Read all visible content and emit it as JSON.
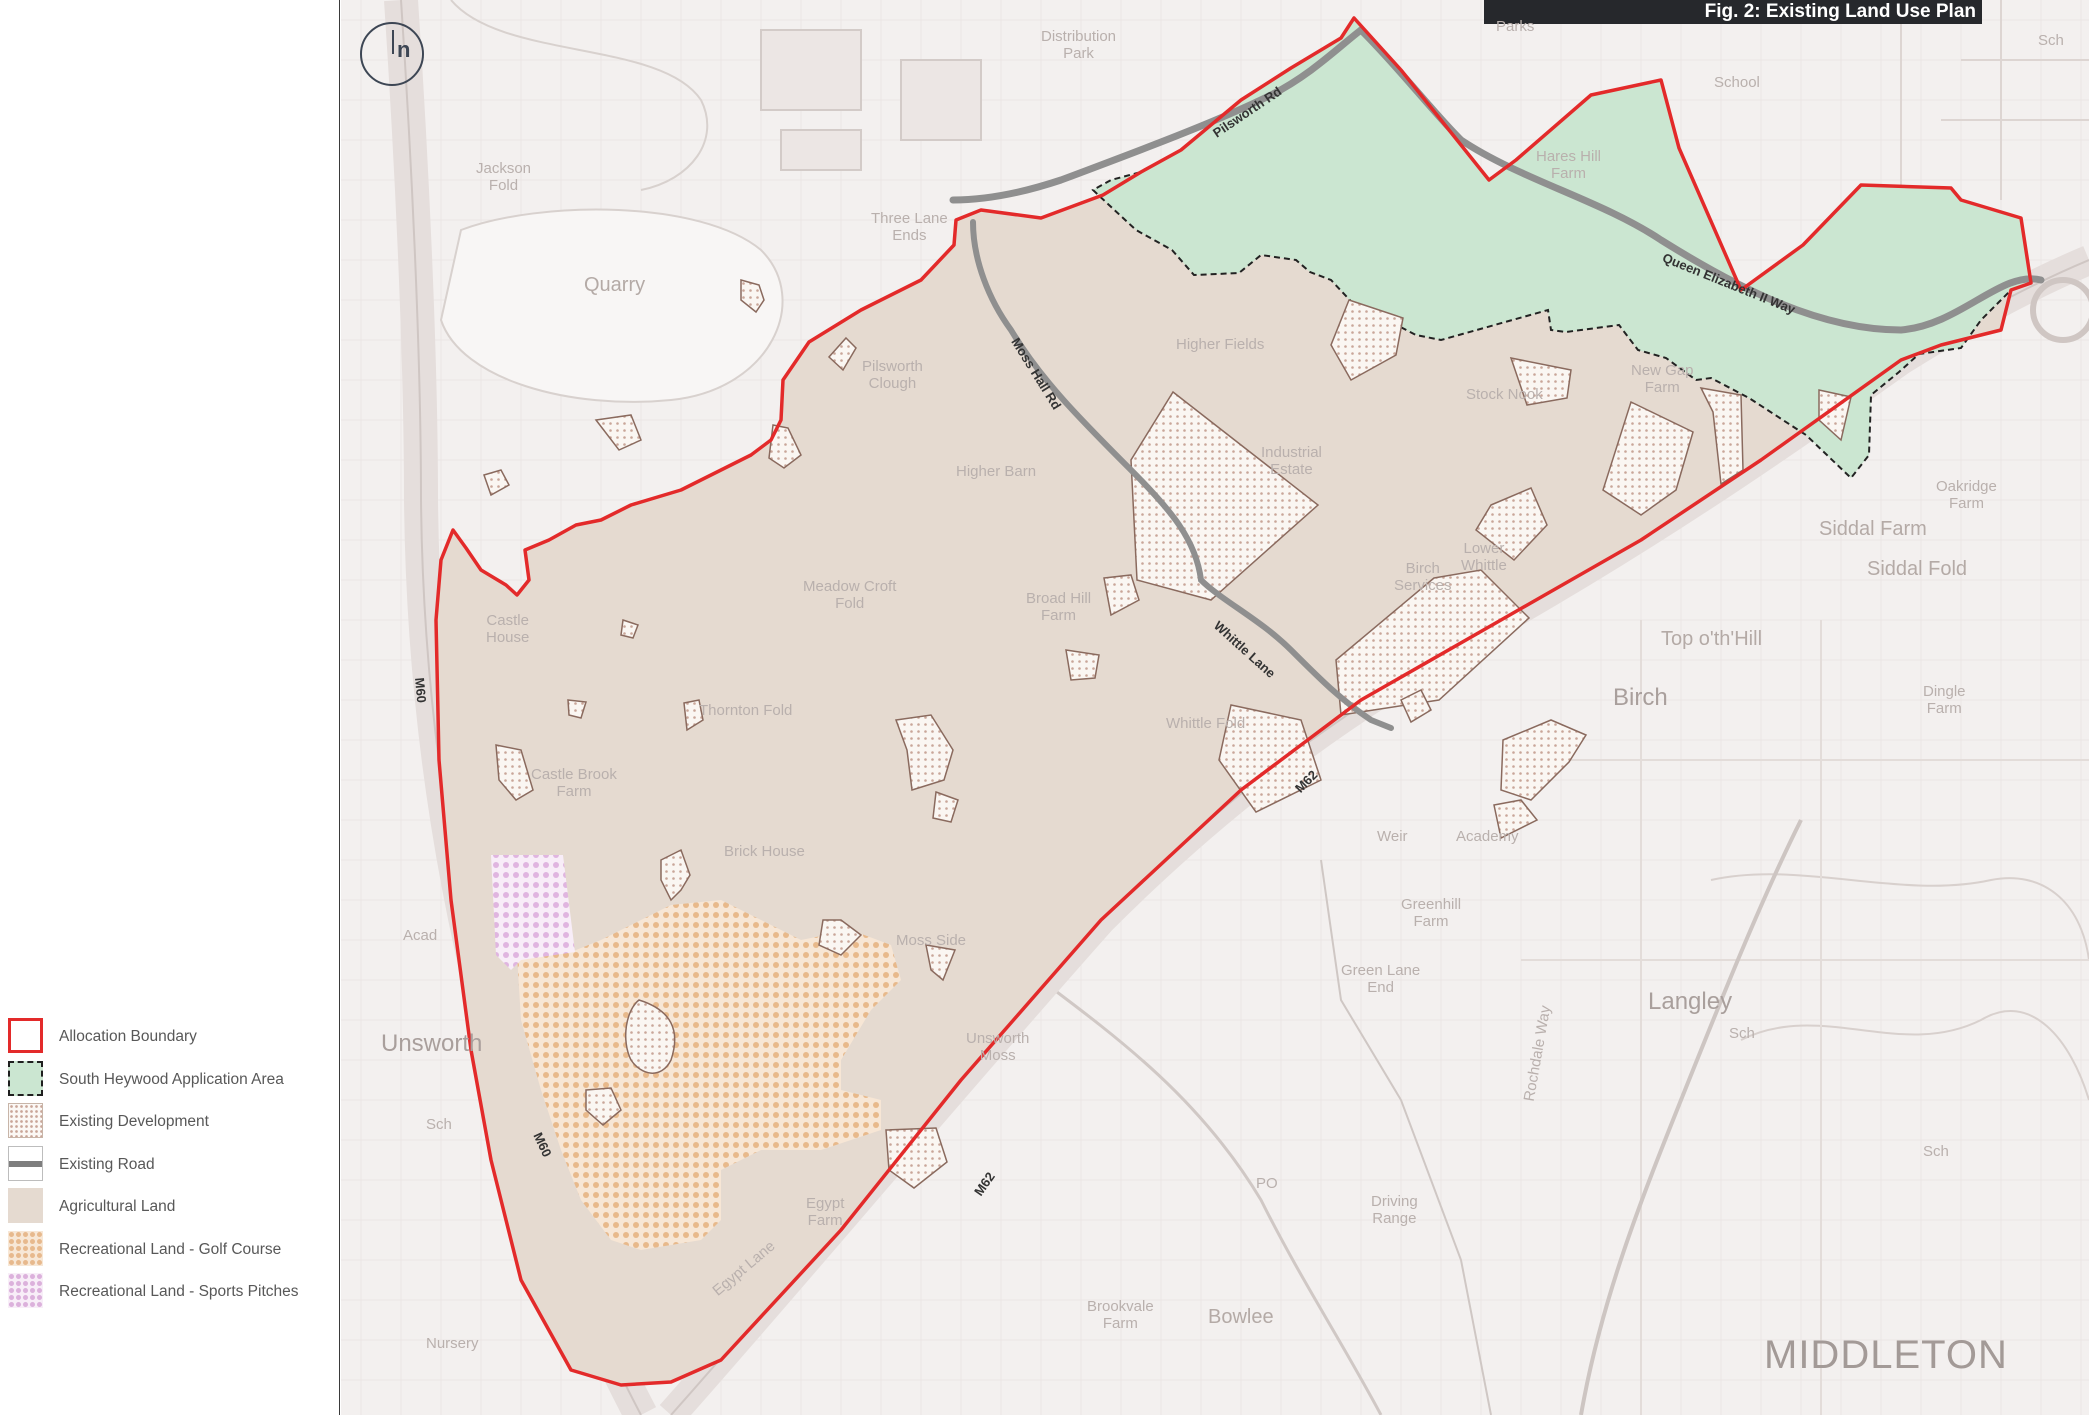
{
  "title": "Fig. 2: Existing Land Use Plan",
  "north_arrow_label": "n",
  "legend": [
    {
      "label": "Allocation Boundary",
      "icon": "allocation-boundary-swatch"
    },
    {
      "label": "South Heywood Application Area",
      "icon": "application-area-swatch"
    },
    {
      "label": "Existing Development",
      "icon": "existing-development-swatch"
    },
    {
      "label": "Existing Road",
      "icon": "existing-road-swatch"
    },
    {
      "label": "Agricultural Land",
      "icon": "agricultural-land-swatch"
    },
    {
      "label": "Recreational Land - Golf Course",
      "icon": "golf-course-swatch"
    },
    {
      "label": "Recreational Land - Sports Pitches",
      "icon": "sports-pitches-swatch"
    }
  ],
  "colors": {
    "boundary": "#e32a2a",
    "application_area": "#cbe6d1",
    "agricultural": "#e5dad0",
    "development_dots": "#c9a699",
    "golf_dots": "#e7b98d",
    "sports_dots": "#dcb1dc",
    "road": "#8a8a8a",
    "title_bar": "#26282c"
  },
  "road_labels": {
    "pilsworth": "Pilsworth Rd",
    "queen_elizabeth": "Queen Elizabeth II Way",
    "moss_hall": "Moss Hall Rd",
    "whittle": "Whittle Lane",
    "m60_north": "M60",
    "m60_south": "M60",
    "m62_east": "M62",
    "m62_south": "M62"
  },
  "places": {
    "distribution_park": "Distribution\nPark",
    "jackson_fold": "Jackson\nFold",
    "quarry": "Quarry",
    "three_lane_ends": "Three Lane\nEnds",
    "pilsworth_clough": "Pilsworth\nClough",
    "higher_fields": "Higher Fields",
    "stock_nook": "Stock Nook",
    "hares_hill_farm": "Hares Hill\nFarm",
    "school": "School",
    "new_gap_farm": "New Gap\nFarm",
    "higher_barn": "Higher Barn",
    "industrial_estate": "Industrial\nEstate",
    "meadow_croft_fold": "Meadow Croft\nFold",
    "broad_hill_farm": "Broad Hill\nFarm",
    "lower_whittle": "Lower\nWhittle",
    "birch_services": "Birch\nServices",
    "castle_house": "Castle\nHouse",
    "thornton_fold": "Thornton Fold",
    "whittle_fold": "Whittle Fold",
    "castle_brook_farm": "Castle Brook\nFarm",
    "brick_house": "Brick House",
    "moss_side": "Moss Side",
    "unsworth_moss": "Unsworth\nMoss",
    "egypt_farm": "Egypt\nFarm",
    "egypt_lane": "Egypt Lane",
    "unsworth": "Unsworth",
    "acad": "Acad",
    "sch_west": "Sch",
    "nursery": "Nursery",
    "oakridge_farm": "Oakridge\nFarm",
    "siddal_farm": "Siddal Farm",
    "siddal_fold": "Siddal Fold",
    "top_oth_hill": "Top o'th'Hill",
    "birch": "Birch",
    "dingle_farm": "Dingle\nFarm",
    "weir": "Weir",
    "academy": "Academy",
    "greenhill_farm": "Greenhill\nFarm",
    "green_lane_end": "Green Lane\nEnd",
    "rochdale_way": "Rochdale Way",
    "langley": "Langley",
    "sch_langley": "Sch",
    "sch_east": "Sch",
    "po": "PO",
    "driving_range": "Driving\nRange",
    "brookvale_farm": "Brookvale\nFarm",
    "bowlee": "Bowlee",
    "middleton": "MIDDLETON",
    "parks": "Parks",
    "sch_ne": "Sch"
  }
}
